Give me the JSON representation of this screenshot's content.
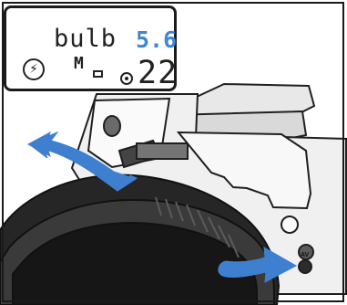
{
  "lcd": {
    "bulb_text": "bulb",
    "aperture_text": "5.6",
    "mode_text": "M",
    "shutter_text": "22"
  },
  "camera": {
    "av_label": "AV"
  },
  "colors": {
    "arrow_blue": "#3f7fcf",
    "outline": "#1f1f1f",
    "lens_dark": "#2d2d2d",
    "body_dark": "#3b3b3b"
  },
  "icons": [
    "flash-icon",
    "double-arrow-icon",
    "right-arrow-icon",
    "shutter-target-icon"
  ]
}
